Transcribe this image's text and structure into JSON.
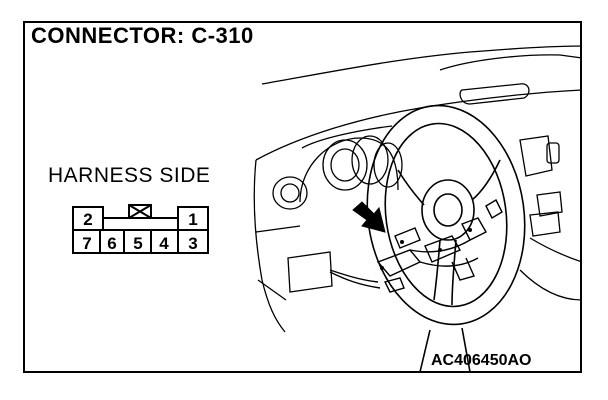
{
  "title": "CONNECTOR: C-310",
  "harness_label": "HARNESS SIDE",
  "figure_code": "AC406450AO",
  "connector": {
    "top_row": [
      "2",
      "1"
    ],
    "bottom_row": [
      "7",
      "6",
      "5",
      "4",
      "3"
    ]
  }
}
